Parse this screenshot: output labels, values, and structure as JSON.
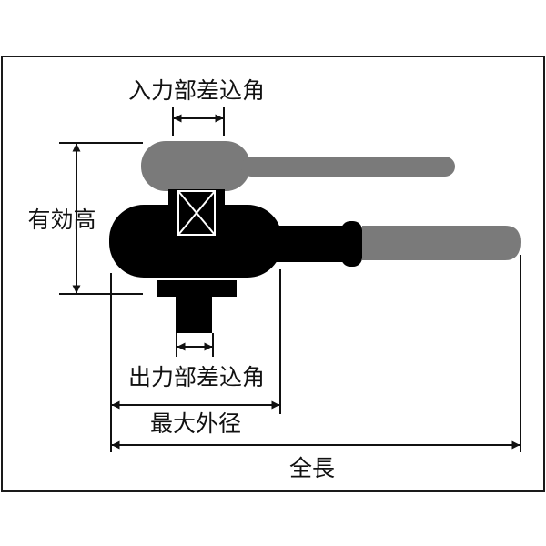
{
  "labels": {
    "input_square_drive": "入力部差込角",
    "effective_height": "有効高",
    "output_square_drive": "出力部差込角",
    "max_outer_diameter": "最大外径",
    "overall_length": "全長"
  },
  "colors": {
    "frame": "#1a1a1a",
    "body": "#000000",
    "handle": "#7a7a7a",
    "dimension_line": "#111111",
    "background": "#ffffff"
  }
}
